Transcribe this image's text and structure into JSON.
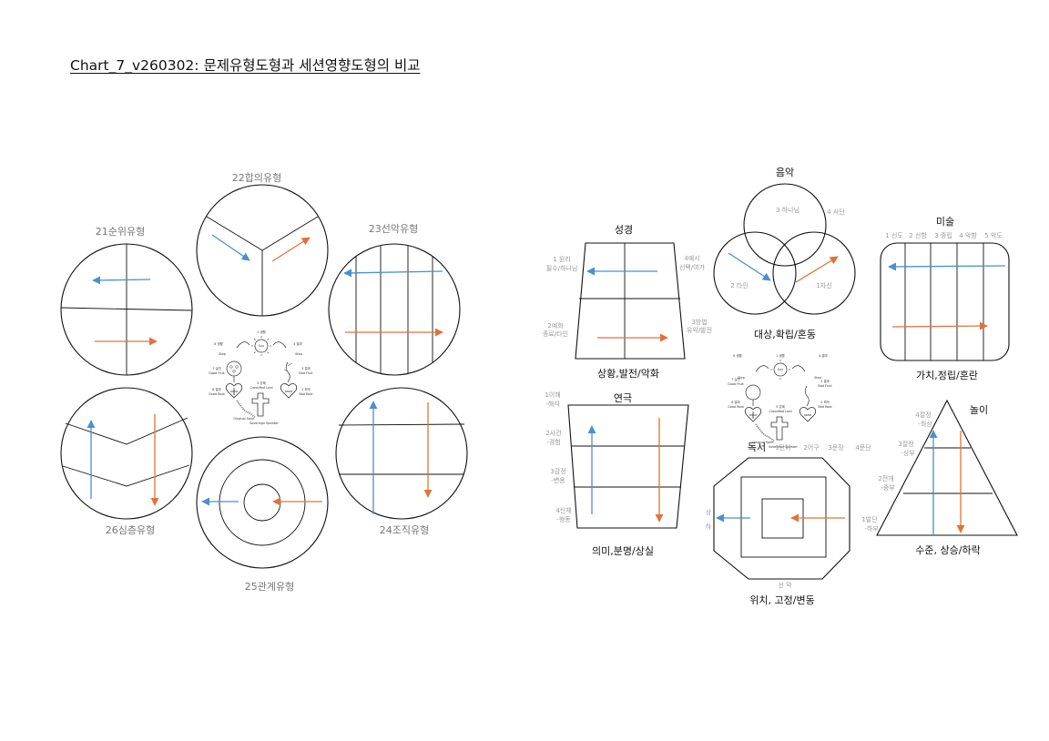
{
  "title": "Chart_7_v260302: 문제유형도형과 세션영향도형의 비교",
  "colors": {
    "blue": "#4a8fd0",
    "orange": "#e0733a",
    "line": "#111111",
    "label": "#777777"
  },
  "left": {
    "labels": {
      "t21": "21순위유형",
      "t22": "22합의유형",
      "t23": "23선악유형",
      "t24": "24조직유형",
      "t25": "25관계유형",
      "t26": "26심층유형"
    }
  },
  "center_icon": {
    "n1": "1 생활",
    "n2": "2 죄악",
    "n3": "3 결과",
    "n4": "4 결과",
    "n5": "5 은혜",
    "n6": "6 결과",
    "n7": "7 실천",
    "n8": "8 생활",
    "e1": "Sun",
    "e2": "Step",
    "e3": "Good Fruit",
    "e4": "Bad Fruit",
    "e5": "Good Root",
    "e6": "Bad Root",
    "e7": "Crossified Lord",
    "e8": "Original Spirit",
    "e9": "Sovereign Speaker"
  },
  "right": {
    "bible": {
      "title": "성경",
      "caption": "상황,발전/악화",
      "l1a": "1 원리",
      "l1b": "필수/하나님",
      "l2a": "2예화",
      "l2b": "종료/타인",
      "l3a": "3방법",
      "l3b": "유익/발전",
      "l4a": "4예시",
      "l4b": "선택/여가"
    },
    "music": {
      "title": "음악",
      "caption": "대상,확립/혼동",
      "l3": "3 하나님",
      "l4": "4 사단",
      "l2": "2 타인",
      "l1": "1자신"
    },
    "art": {
      "title": "미술",
      "caption": "가치,정립/혼란",
      "cols": [
        "1 선도",
        "2 선함",
        "3 중립",
        "4 악함",
        "5 악도"
      ]
    },
    "drama": {
      "title": "연극",
      "caption": "의미,분명/상실",
      "l1a": "1이해",
      "l1b": "-해석",
      "l2a": "2사건",
      "l2b": "-경험",
      "l3a": "3감정",
      "l3b": "-변용",
      "l4a": "4신체",
      "l4b": "-행동"
    },
    "reading": {
      "title": "독서",
      "caption": "위치, 고정/변동",
      "cols": [
        "1단어",
        "2어구",
        "3문장",
        "4문단"
      ],
      "left_top": "상",
      "left_bottom": "하",
      "bottom": "선 악"
    },
    "play": {
      "title": "놀이",
      "caption": "수준, 상승/하락",
      "l4a": "4절정",
      "l4b": "-최상",
      "l3a": "3절정",
      "l3b": "-상부",
      "l2a": "2전개",
      "l2b": "-중부",
      "l1a": "1발단",
      "l1b": "-하부"
    }
  }
}
